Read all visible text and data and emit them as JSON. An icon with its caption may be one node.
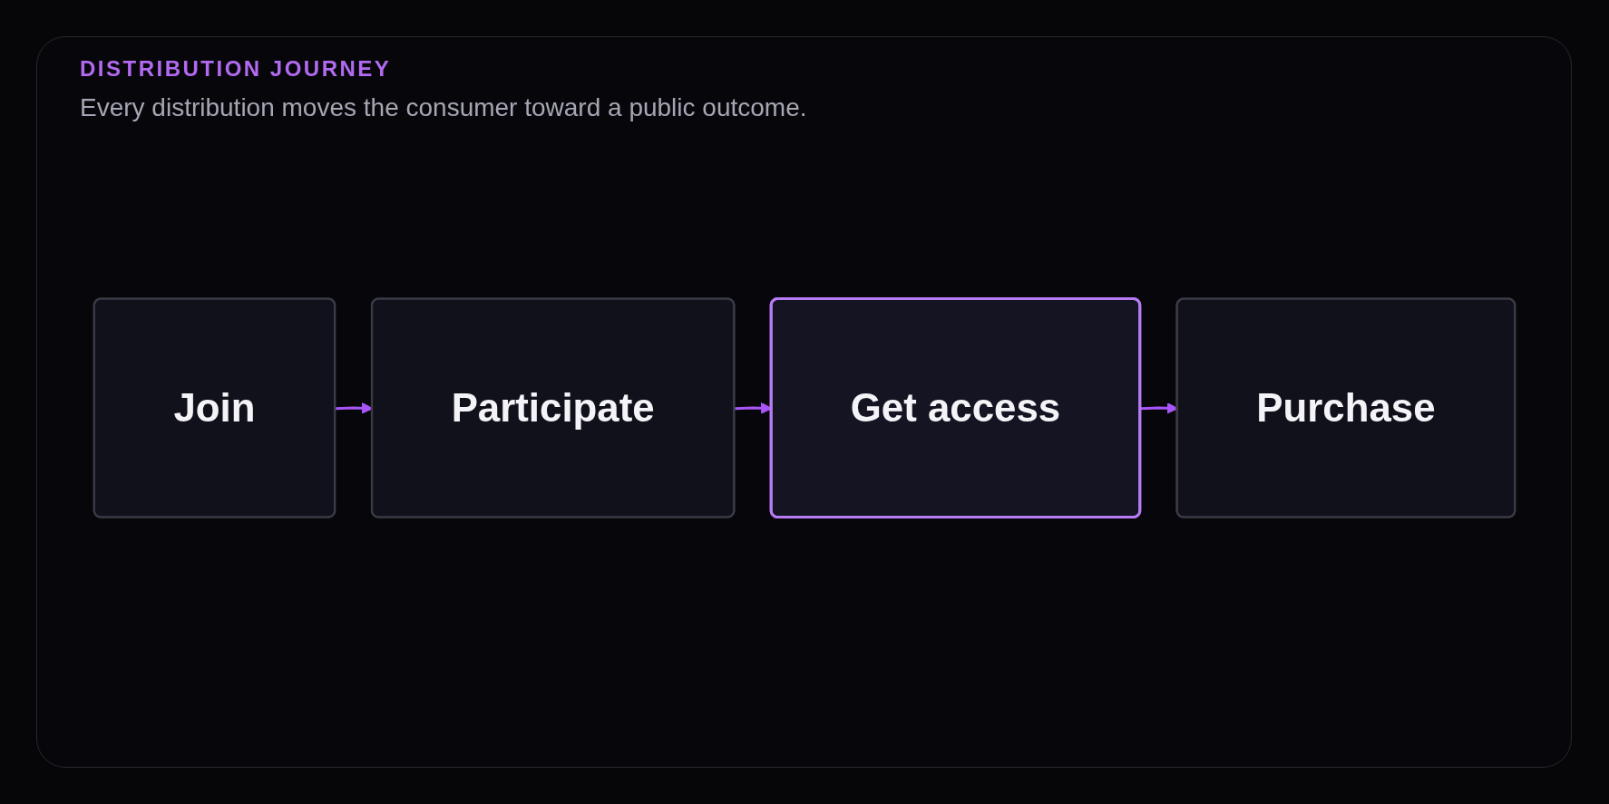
{
  "diagram": {
    "title": "DISTRIBUTION JOURNEY",
    "nodes": [
      {
        "text": [
          "Join"
        ]
      },
      {
        "text": [
          "Participate"
        ]
      },
      {
        "text": [
          "Get access"
        ]
      },
      {
        "text": [
          "Purchase"
        ]
      }
    ],
    "edges": [
      {
        "from": 0,
        "to": 1,
        "arrow": "to"
      },
      {
        "from": 1,
        "to": 2,
        "arrow": "to"
      },
      {
        "from": 2,
        "to": 3,
        "arrow": "to"
      }
    ],
    "labels": [
      "Every distribution moves the consumer toward a public outcome."
    ]
  }
}
